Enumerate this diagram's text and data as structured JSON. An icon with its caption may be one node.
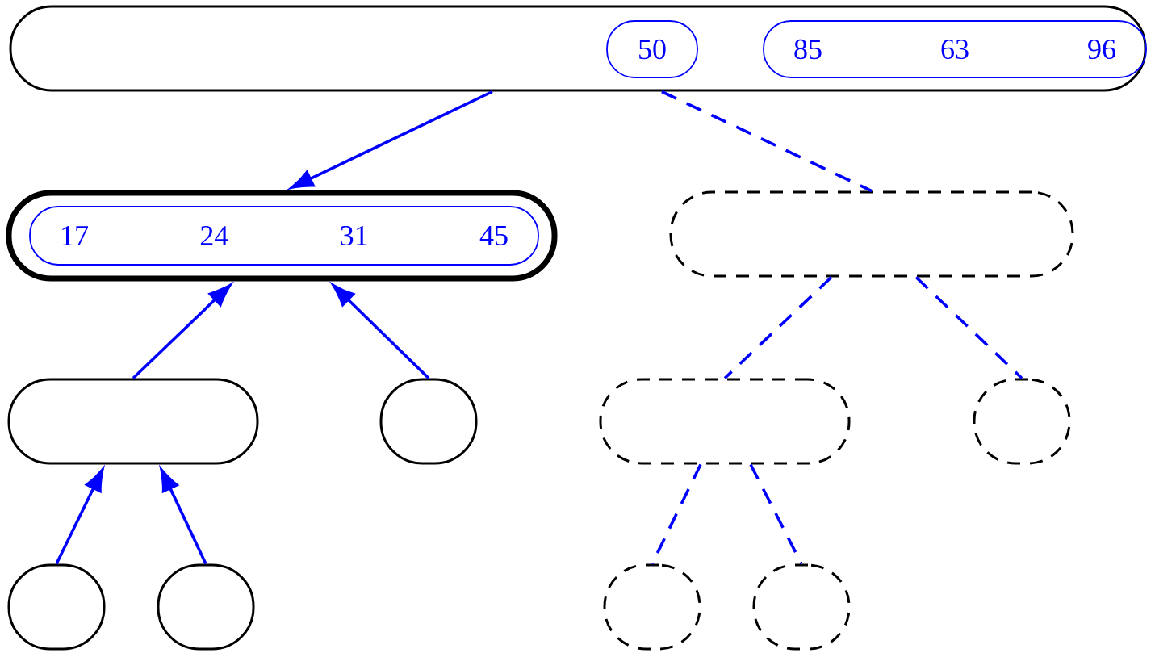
{
  "diagram": {
    "nodes": [
      {
        "text": [],
        "shape": "box"
      },
      {
        "text": [
          "50"
        ],
        "in": 0
      },
      {
        "text": [
          "85",
          "63",
          "96"
        ],
        "in": 0
      },
      {
        "text": [],
        "shape": "box"
      },
      {
        "text": [
          "17",
          "24",
          "31",
          "45"
        ],
        "in": 3
      },
      {
        "text": [],
        "shape": "box"
      },
      {
        "text": [],
        "shape": "box"
      },
      {
        "text": [],
        "shape": "box"
      },
      {
        "text": [],
        "shape": "box"
      },
      {
        "text": [],
        "shape": "box"
      },
      {
        "text": [],
        "shape": "box"
      },
      {
        "text": [],
        "shape": "box"
      },
      {
        "text": [],
        "shape": "box"
      },
      {
        "text": [],
        "shape": "box"
      }
    ],
    "edges": [
      {
        "from": 0,
        "to": 3,
        "arrow": "to"
      },
      {
        "from": 0,
        "to": 9,
        "arrow": "none",
        "style": "dashed"
      },
      {
        "from": 5,
        "to": 3,
        "arrow": "to"
      },
      {
        "from": 6,
        "to": 3,
        "arrow": "to"
      },
      {
        "from": 7,
        "to": 5,
        "arrow": "to"
      },
      {
        "from": 8,
        "to": 5,
        "arrow": "to"
      },
      {
        "from": 9,
        "to": 10,
        "arrow": "none",
        "style": "dashed"
      },
      {
        "from": 9,
        "to": 11,
        "arrow": "none",
        "style": "dashed"
      },
      {
        "from": 10,
        "to": 12,
        "arrow": "none",
        "style": "dashed"
      },
      {
        "from": 10,
        "to": 13,
        "arrow": "none",
        "style": "dashed"
      }
    ]
  }
}
